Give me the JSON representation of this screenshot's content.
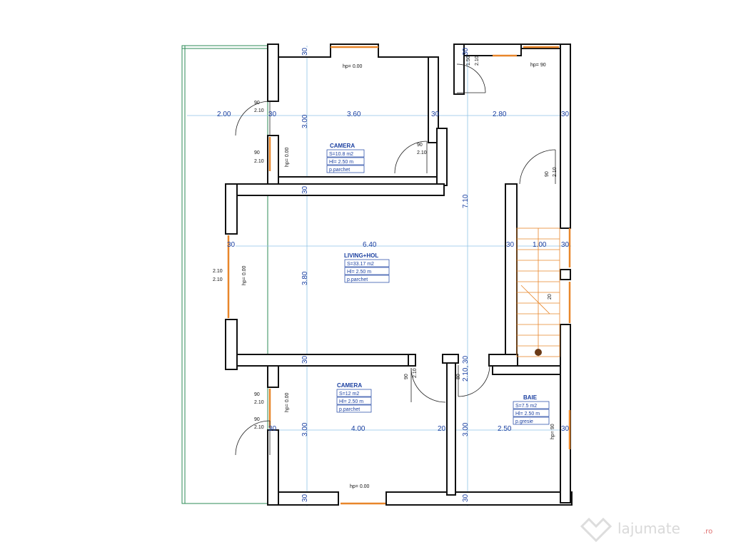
{
  "rooms": [
    {
      "name": "CAMERA",
      "area": "S=10.8 m2",
      "height": "Hl= 2.50 m",
      "floor": "p.parchet"
    },
    {
      "name": "LIVING+HOL",
      "area": "S=33.17 m2",
      "height": "Hl= 2.50 m",
      "floor": "p.parchet"
    },
    {
      "name": "CAMERA",
      "area": "S=12 m2",
      "height": "Hl= 2.50 m",
      "floor": "p.parchet"
    },
    {
      "name": "BAIE",
      "area": "S=7.5 m2",
      "height": "Hl= 2.50 m",
      "floor": "p.gresie"
    }
  ],
  "dimensions": {
    "d_200": "2.00",
    "d_360": "3.60",
    "d_280": "2.80",
    "d_640": "6.40",
    "d_100": "1.00",
    "d_400": "4.00",
    "d_250": "2.50",
    "d_300_a": "3.00",
    "d_380": "3.80",
    "d_300_b": "3.00",
    "d_300_c": "3.00",
    "d_710": "7.10",
    "d_30": "30",
    "d_20": "20",
    "d_210_30": "2.10, 30"
  },
  "openings": {
    "hp000": "hp= 0.00",
    "hp90": "hp= 90",
    "w90": "90",
    "w210": "2.10",
    "w150": "1.50",
    "w80": "80",
    "w20": "20"
  },
  "watermark": {
    "brand": "lajumate",
    "tld": ".ro"
  }
}
